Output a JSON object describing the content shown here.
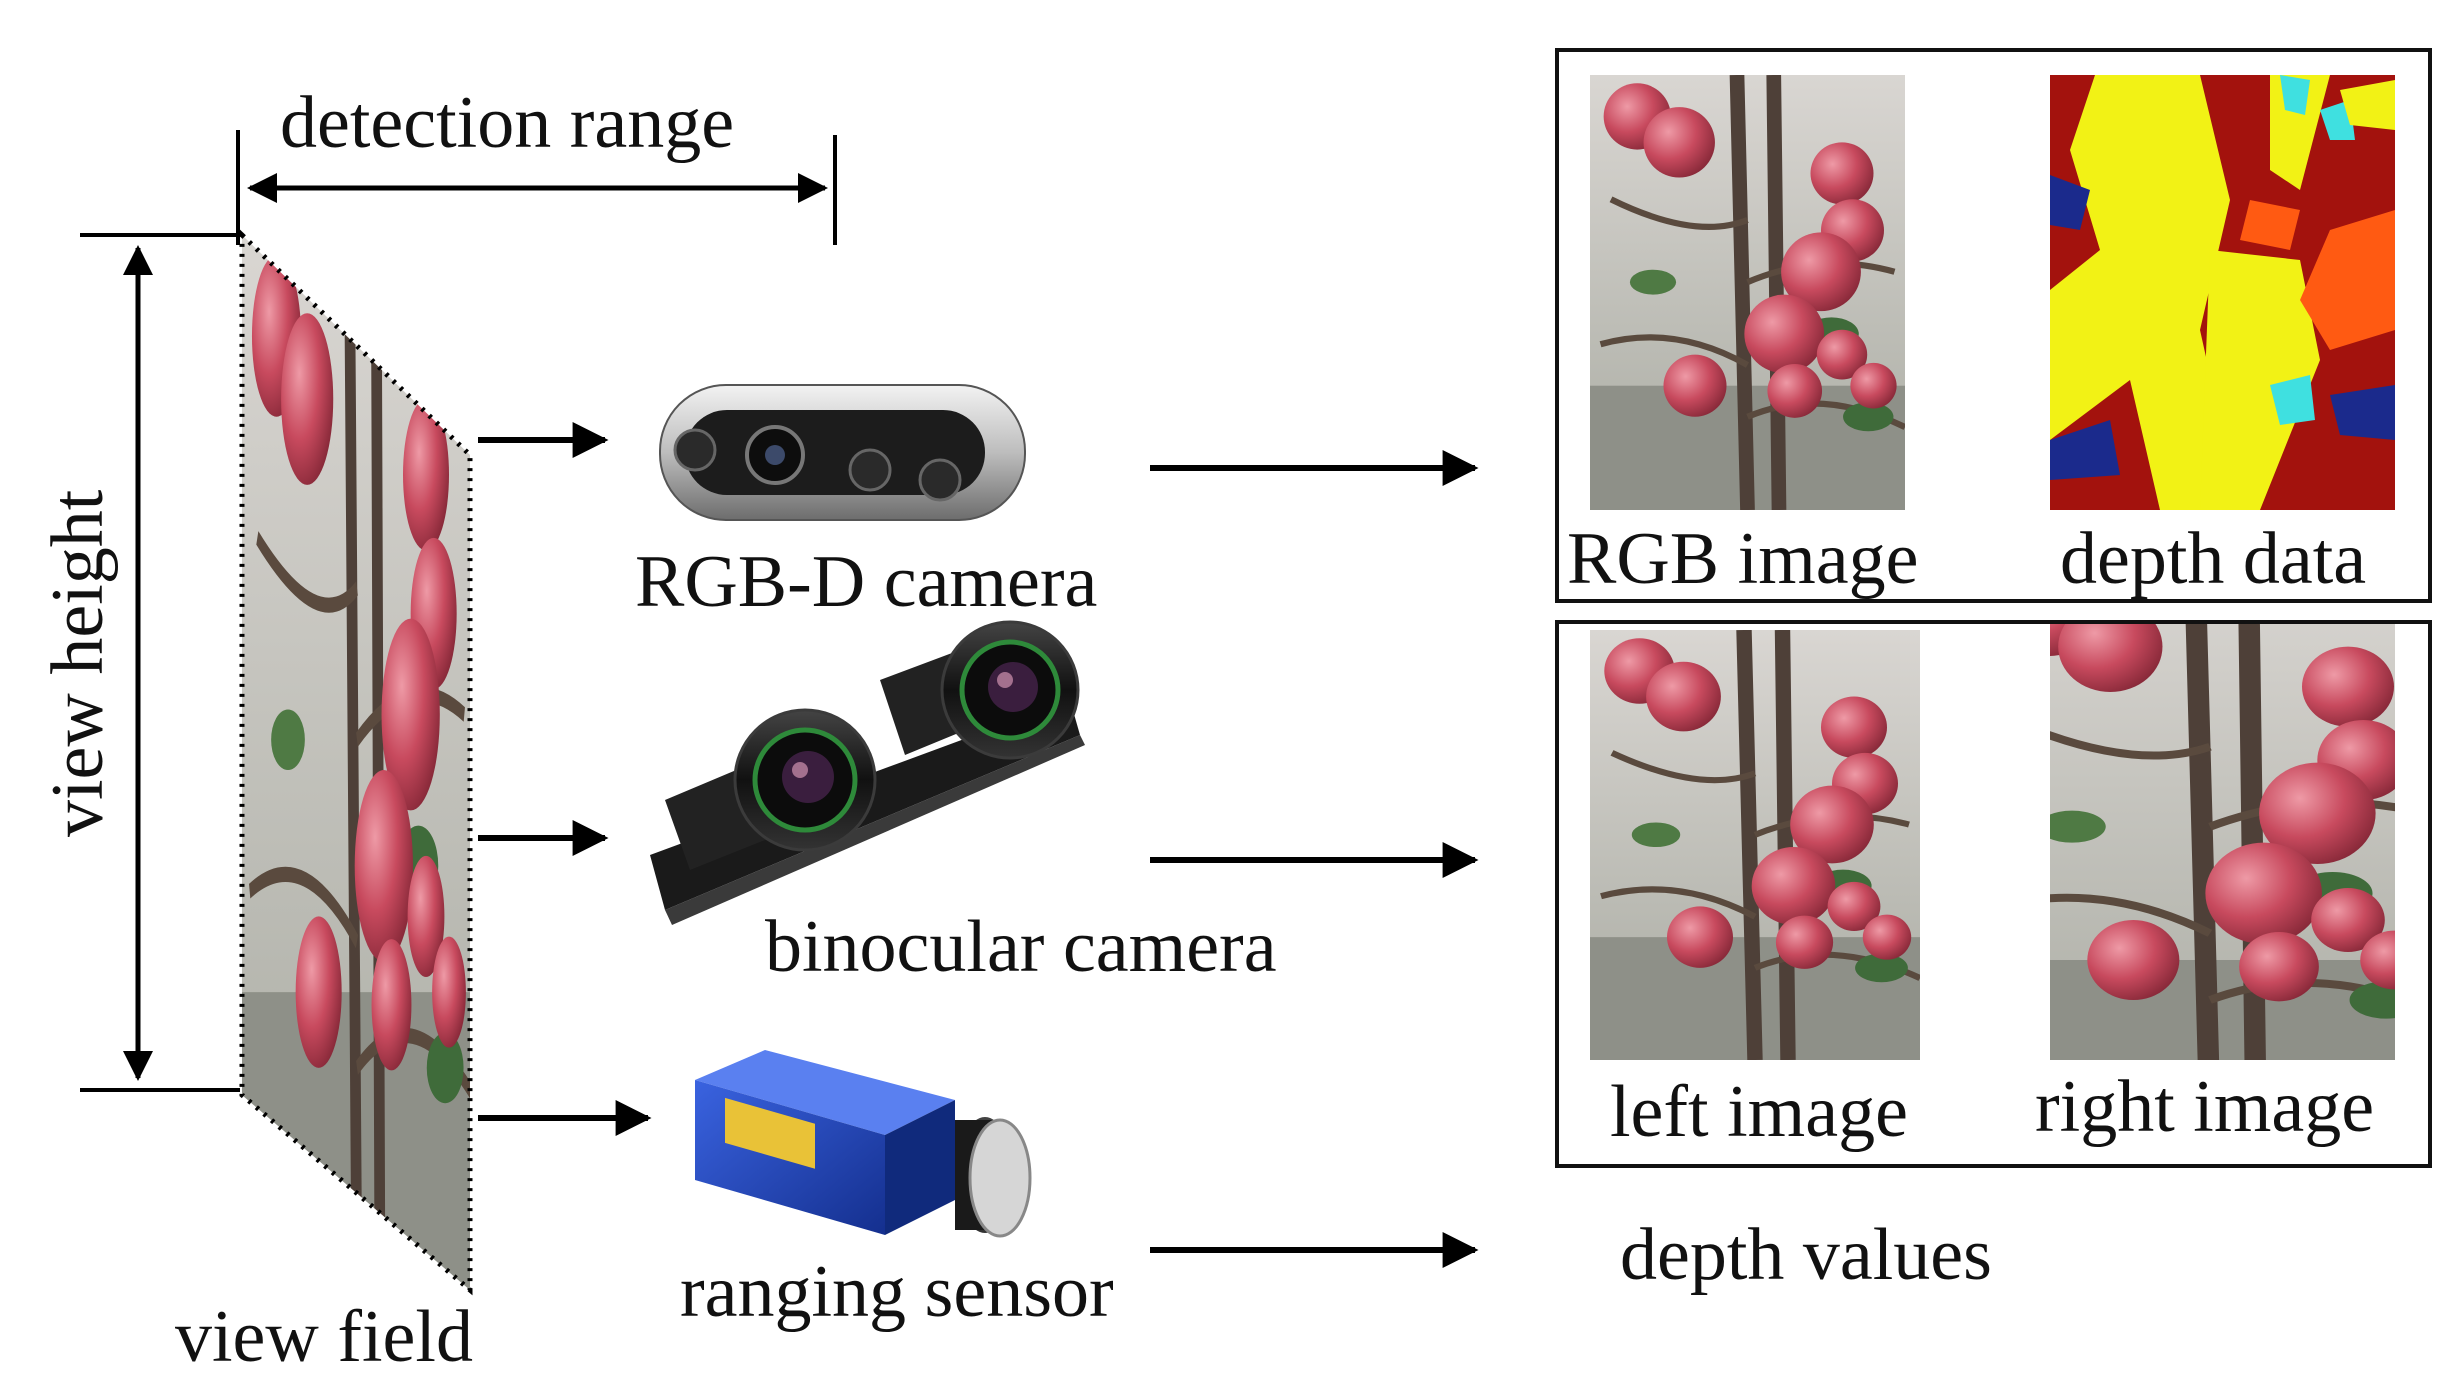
{
  "labels": {
    "detection_range": "detection range",
    "view_height": "view height",
    "view_field": "view field",
    "rgbd_camera": "RGB-D camera",
    "binocular_camera": "binocular camera",
    "ranging_sensor": "ranging sensor",
    "rgb_image": "RGB image",
    "depth_data": "depth data",
    "left_image": "left image",
    "right_image": "right image",
    "depth_values": "depth values"
  },
  "colors": {
    "apple": "#c84a5e",
    "apple_highlight": "#e27c8c",
    "leaf": "#3f6b3a",
    "branch": "#5a4a3e",
    "sky": "#c9c7c3",
    "depth_red": "#a3120d",
    "depth_yellow": "#f2f215",
    "depth_orange": "#ff5a12",
    "depth_blue": "#1b2a8c",
    "depth_cyan": "#3fe0e0",
    "sensor_blue": "#1f44c8"
  },
  "icons": [
    "rgbd-camera-icon",
    "binocular-camera-icon",
    "ranging-sensor-icon"
  ]
}
